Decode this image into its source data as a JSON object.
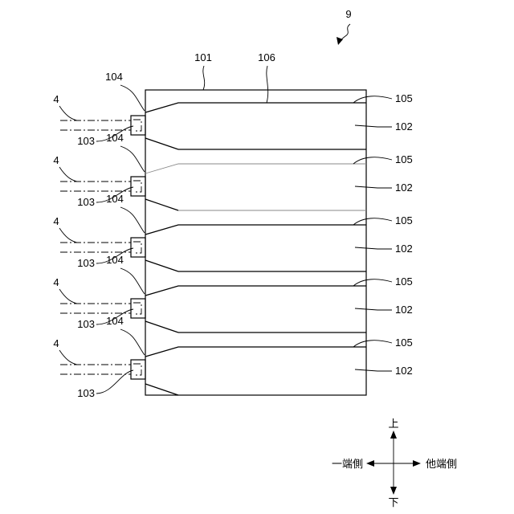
{
  "figure": {
    "number": "9",
    "labels": {
      "housing": "101",
      "partition": "102",
      "fiber_end": "103",
      "inlet": "104",
      "wall": "105",
      "top_edge": "106",
      "fiber": "4"
    },
    "channel_count": 5,
    "directions": {
      "up": "上",
      "down": "下",
      "one_end": "一端側",
      "other_end": "他端側"
    }
  }
}
